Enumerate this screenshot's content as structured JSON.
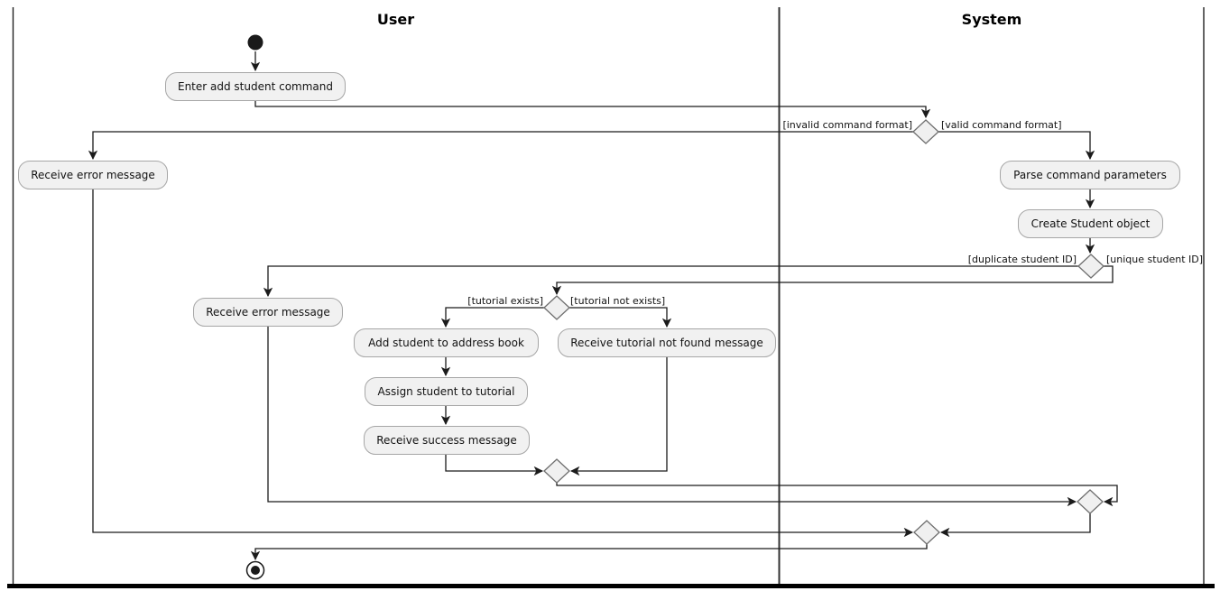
{
  "diagram": {
    "type": "activity-diagram",
    "lanes": [
      {
        "label": "User"
      },
      {
        "label": "System"
      }
    ],
    "activities": {
      "enter_add_student": "Enter add student command",
      "receive_error_1": "Receive error message",
      "parse_command": "Parse command parameters",
      "create_student": "Create Student object",
      "receive_error_2": "Receive error message",
      "add_student": "Add student to address book",
      "receive_tutorial_not_found": "Receive tutorial not found message",
      "assign_student": "Assign student to tutorial",
      "receive_success": "Receive success message"
    },
    "guards": {
      "invalid_format": "[invalid command format]",
      "valid_format": "[valid command format]",
      "duplicate_id": "[duplicate student ID]",
      "unique_id": "[unique student ID]",
      "tutorial_exists": "[tutorial exists]",
      "tutorial_not_exists": "[tutorial not exists]"
    },
    "colors": {
      "activity_fill": "#f1f1f1",
      "activity_border": "#a6a6a6",
      "diamond_fill": "#f0f0f0",
      "line": "#1b1b1b",
      "background": "#ffffff"
    }
  }
}
